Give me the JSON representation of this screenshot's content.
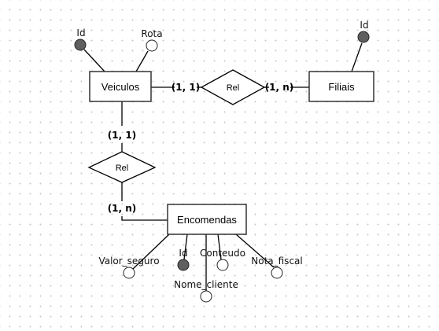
{
  "diagram": {
    "entities": {
      "veiculos": "Veiculos",
      "filiais": "Filiais",
      "encomendas": "Encomendas"
    },
    "relationships": {
      "veiculos_filiais": "Rel",
      "veiculos_encomendas": "Rel"
    },
    "cardinalities": {
      "veiculos_side_of_filiais_rel": "(1, 1)",
      "filiais_side": "(1, n)",
      "veiculos_side_of_encomendas_rel": "(1, 1)",
      "encomendas_side": "(1, n)"
    },
    "attributes": {
      "veiculos_id": {
        "label": "Id",
        "key": true
      },
      "veiculos_rota": {
        "label": "Rota",
        "key": false
      },
      "filiais_id": {
        "label": "Id",
        "key": true
      },
      "encomendas_valor_seguro": {
        "label": "Valor_seguro",
        "key": false
      },
      "encomendas_id": {
        "label": "Id",
        "key": true
      },
      "encomendas_conteudo": {
        "label": "Conteudo",
        "key": false
      },
      "encomendas_nota_fiscal": {
        "label": "Nota_fiscal",
        "key": false
      },
      "encomendas_nome_cliente": {
        "label": "Nome_cliente",
        "key": false
      }
    },
    "colors": {
      "key_attribute_fill": "#5f5f5f",
      "attribute_fill": "#ffffff",
      "stroke": "#000000"
    }
  }
}
